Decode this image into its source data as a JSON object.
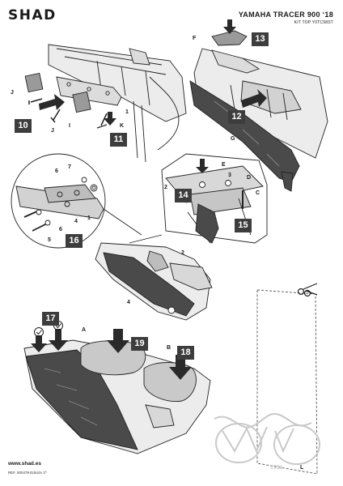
{
  "header": {
    "brand": "SHAD",
    "model": "YAMAHA TRACER 900 ‘18",
    "kit": "KIT TOP Y0TC98ST"
  },
  "footer": {
    "url": "www.shad.es",
    "ref": "REF. 500479 Edición 1ª"
  },
  "steps": [
    "10",
    "11",
    "12",
    "13",
    "14",
    "15",
    "16",
    "17",
    "18",
    "19"
  ],
  "labels": {
    "j1": "J",
    "j2": "J",
    "i": "I",
    "k": "K",
    "one_a": "1",
    "f": "F",
    "g": "G",
    "e": "E",
    "three": "3",
    "d": "D",
    "c": "C",
    "two_a": "2",
    "six_a": "6",
    "seven": "7",
    "four_a": "4",
    "one_b": "1",
    "five": "5",
    "six_b": "6",
    "two_b": "2",
    "four_b": "4",
    "a": "A",
    "b": "B",
    "l": "L"
  },
  "watermark": {
    "text": "1991"
  },
  "colors": {
    "badge": "#3d3d3d",
    "line": "#222222",
    "fill": "#e6e6e6",
    "dark": "#555555"
  },
  "icons": [
    "scissors-icon",
    "check-icon",
    "arrow-down-icon",
    "arrow-right-icon"
  ]
}
